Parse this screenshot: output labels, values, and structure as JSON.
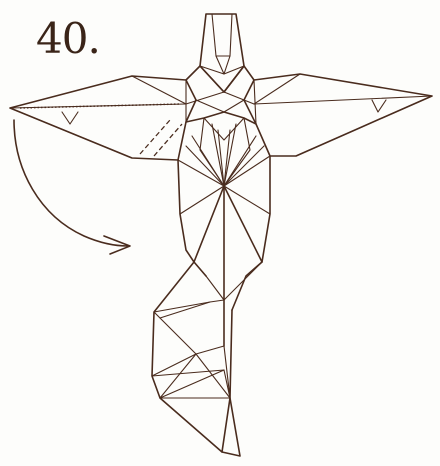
{
  "step": {
    "number_label": "40."
  },
  "diagram": {
    "subject": "origami-figure",
    "arrow": "fold-behind-arrow",
    "line_color": "#4a2c1e",
    "background": "#fdfdfb"
  }
}
